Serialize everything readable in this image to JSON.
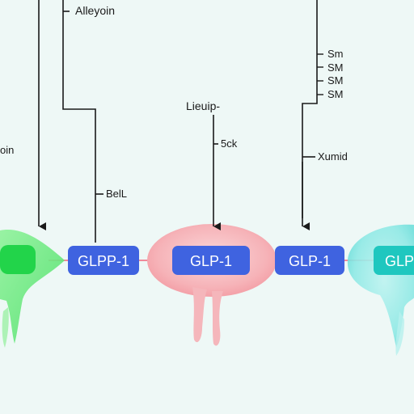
{
  "colors": {
    "background": "#eef8f6",
    "line": "#1a1a1a",
    "connector": "#f08a9a",
    "receptor_box": "#3f63e0",
    "green_cell": "#33dd55",
    "pink_cell": "#f4a7ad",
    "cyan_cell": "#58ddd8"
  },
  "receptors": [
    {
      "label": "GLPP-1"
    },
    {
      "label": "GLP-1"
    },
    {
      "label": "GLP-1"
    },
    {
      "label": "GLP"
    }
  ],
  "annotations": {
    "alleyoin": "Alleyoin",
    "oin": "oin",
    "bell": "BelL",
    "lieuip": "Lieuip-",
    "5ck": "5ck",
    "xumid": "Xumid",
    "sm_1": "Sm",
    "sm_2": "SM",
    "sm_3": "SM",
    "sm_4": "SM"
  }
}
